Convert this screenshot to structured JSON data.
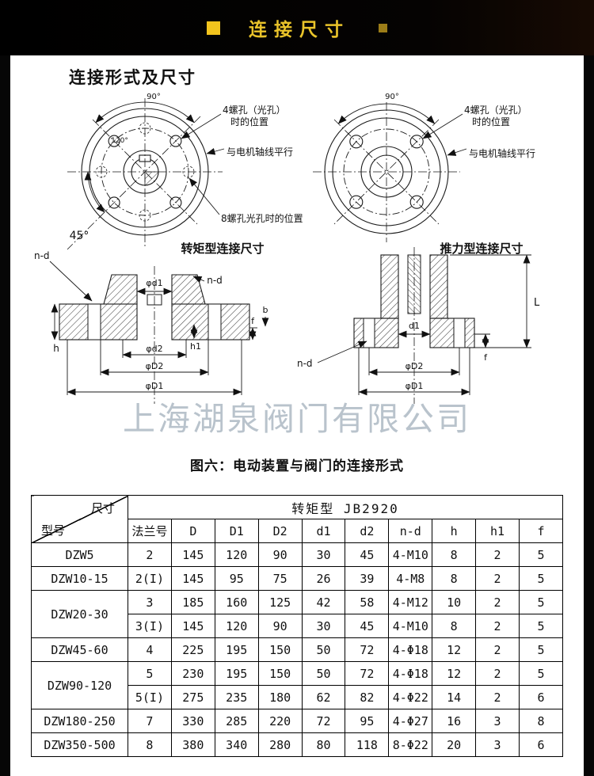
{
  "banner": {
    "title": "连接尺寸"
  },
  "page": {
    "heading": "连接形式及尺寸"
  },
  "drawing": {
    "left": {
      "angle_top": "90°",
      "angle_inner": "120°",
      "angle_corner": "45°",
      "note_four_line1": "4螺孔（光孔）",
      "note_four_line2": "时的位置",
      "note_parallel": "与电机轴线平行",
      "note_eight": "8螺孔光孔时的位置",
      "section_title": "转矩型连接尺寸",
      "dim_nd_left": "n-d",
      "dim_nd_right": "n-d",
      "dim_d1": "φd1",
      "dim_d2": "φd2",
      "dim_D2": "φD2",
      "dim_D1": "φD1",
      "dim_h": "h",
      "dim_h1": "h1",
      "dim_f": "f",
      "dim_b": "b"
    },
    "right": {
      "angle_top": "90°",
      "note_four_line1": "4螺孔（光孔）",
      "note_four_line2": "时的位置",
      "note_parallel": "与电机轴线平行",
      "section_title": "推力型连接尺寸",
      "dim_nd": "n-d",
      "dim_d1": "d1",
      "dim_D2": "φD2",
      "dim_D1": "φD1",
      "dim_f": "f",
      "dim_L": "L"
    }
  },
  "figure": {
    "watermark": "上海湖泉阀门有限公司",
    "caption": "图六：电动装置与阀门的连接形式"
  },
  "table": {
    "group_header": "转矩型 JB2920",
    "corner_top": "尺寸",
    "corner_bottom": "型号",
    "columns": [
      "法兰号",
      "D",
      "D1",
      "D2",
      "d1",
      "d2",
      "n-d",
      "h",
      "h1",
      "f"
    ],
    "groups": [
      {
        "model": "DZW5",
        "rows": [
          [
            "2",
            "145",
            "120",
            "90",
            "30",
            "45",
            "4-M10",
            "8",
            "2",
            "5"
          ]
        ]
      },
      {
        "model": "DZW10-15",
        "rows": [
          [
            "2(I)",
            "145",
            "95",
            "75",
            "26",
            "39",
            "4-M8",
            "8",
            "2",
            "5"
          ]
        ]
      },
      {
        "model": "DZW20-30",
        "rows": [
          [
            "3",
            "185",
            "160",
            "125",
            "42",
            "58",
            "4-M12",
            "10",
            "2",
            "5"
          ],
          [
            "3(I)",
            "145",
            "120",
            "90",
            "30",
            "45",
            "4-M10",
            "8",
            "2",
            "5"
          ]
        ]
      },
      {
        "model": "DZW45-60",
        "rows": [
          [
            "4",
            "225",
            "195",
            "150",
            "50",
            "72",
            "4-Φ18",
            "12",
            "2",
            "5"
          ]
        ]
      },
      {
        "model": "DZW90-120",
        "rows": [
          [
            "5",
            "230",
            "195",
            "150",
            "50",
            "72",
            "4-Φ18",
            "12",
            "2",
            "5"
          ],
          [
            "5(I)",
            "275",
            "235",
            "180",
            "62",
            "82",
            "4-Φ22",
            "14",
            "2",
            "6"
          ]
        ]
      },
      {
        "model": "DZW180-250",
        "rows": [
          [
            "7",
            "330",
            "285",
            "220",
            "72",
            "95",
            "4-Φ27",
            "16",
            "3",
            "8"
          ]
        ]
      },
      {
        "model": "DZW350-500",
        "rows": [
          [
            "8",
            "380",
            "340",
            "280",
            "80",
            "118",
            "8-Φ22",
            "20",
            "3",
            "6"
          ]
        ]
      }
    ]
  }
}
